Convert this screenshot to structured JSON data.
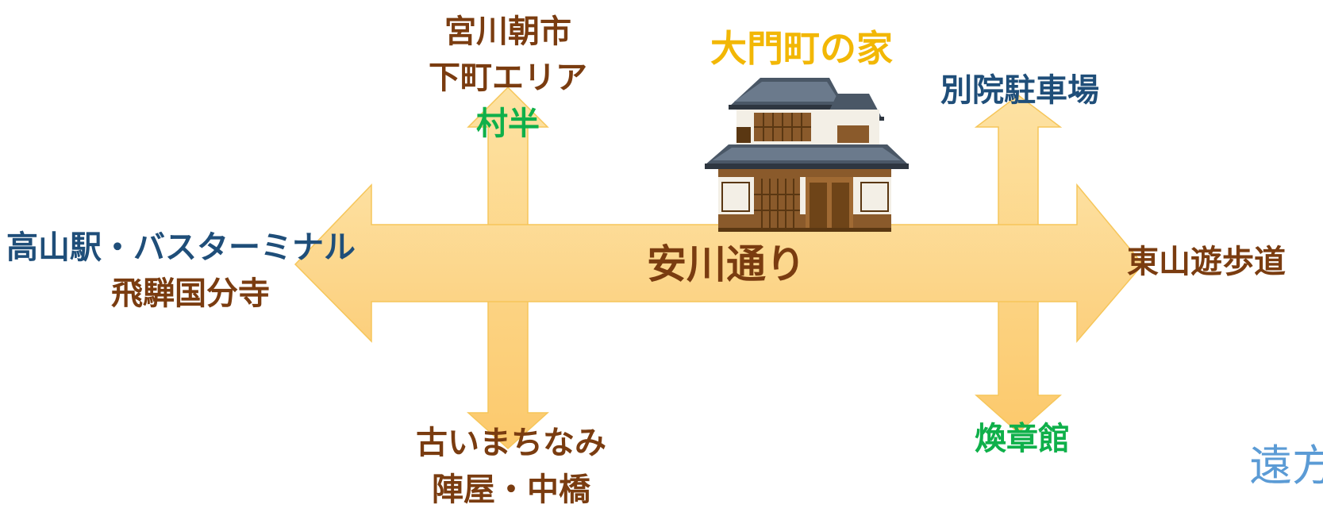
{
  "house": {
    "title": "大門町の家",
    "icon": "japanese-house-icon"
  },
  "street": {
    "name": "安川通り"
  },
  "west": {
    "line1": "高山駅・バスターミナル",
    "line2": "飛騨国分寺"
  },
  "east": {
    "line1": "東山遊歩道"
  },
  "north_left": {
    "line1": "宮川朝市",
    "line2": "下町エリア",
    "line3": "村半"
  },
  "north_right": {
    "line1": "別院駐車場"
  },
  "south_left": {
    "line1": "古いまちなみ",
    "line2": "陣屋・中橋"
  },
  "south_right": {
    "line1": "煥章館"
  },
  "corner": {
    "text": "遠方"
  },
  "colors": {
    "arrow_fill": "#fdd68c",
    "arrow_stroke": "#f6c65a",
    "brown": "#7a3c10",
    "navy": "#1f4e79",
    "green": "#0fb04a",
    "gold": "#f2b705"
  }
}
